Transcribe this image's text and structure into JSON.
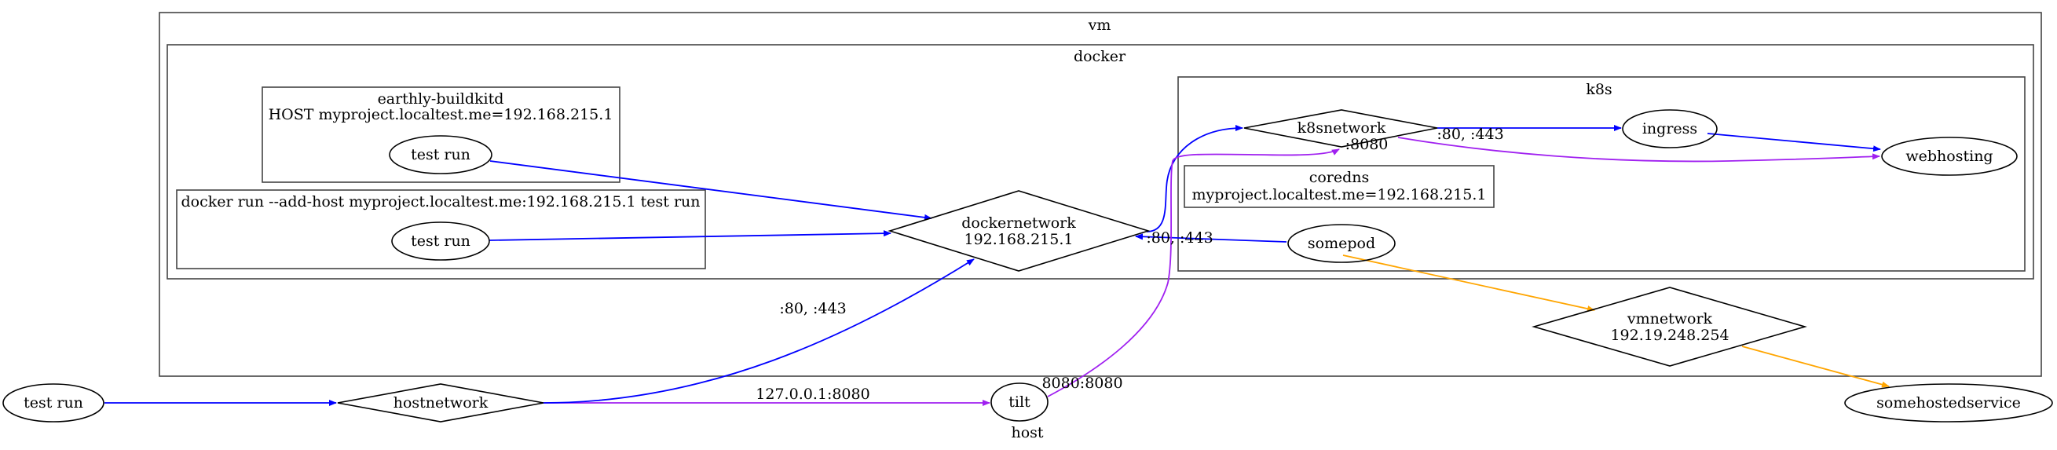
{
  "colors": {
    "blue": "#0000ff",
    "purple": "#a020f0",
    "orange": "#ffa500",
    "stroke": "#000000"
  },
  "clusters": {
    "vm": "vm",
    "docker": "docker",
    "k8s": "k8s",
    "host": "host",
    "earthly_line1": "earthly-buildkitd",
    "earthly_line2": "HOST myproject.localtest.me=192.168.215.1",
    "dockerrun": "docker run --add-host myproject.localtest.me:192.168.215.1 test run",
    "coredns_line1": "coredns",
    "coredns_line2": "myproject.localtest.me=192.168.215.1"
  },
  "nodes": {
    "testrun_host": "test run",
    "testrun_earthly": "test run",
    "testrun_docker": "test run",
    "hostnetwork": "hostnetwork",
    "tilt": "tilt",
    "dockernetwork_line1": "dockernetwork",
    "dockernetwork_line2": "192.168.215.1",
    "k8snetwork": "k8snetwork",
    "ingress": "ingress",
    "webhosting": "webhosting",
    "somepod": "somepod",
    "vmnetwork_line1": "vmnetwork",
    "vmnetwork_line2": "192.19.248.254",
    "somehostedservice": "somehostedservice"
  },
  "edge_labels": {
    "hostnetwork_to_dockernetwork": ":80, :443",
    "hostnetwork_to_tilt": "127.0.0.1:8080",
    "tilt_to_k8snetwork_tail": "8080:8080",
    "tilt_to_k8snetwork_head": ":8080",
    "k8snetwork_to_ingress": ":80, :443",
    "somepod_to_dockernetwork": ":80, :443"
  }
}
